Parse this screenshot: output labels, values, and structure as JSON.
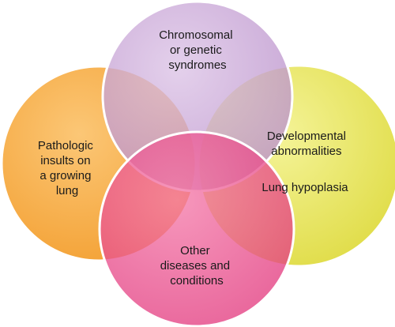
{
  "diagram": {
    "circles": [
      {
        "id": "chromosomal",
        "lines": [
          "Chromosomal",
          "or genetic",
          "syndromes"
        ],
        "color": "#c29ad0"
      },
      {
        "id": "developmental",
        "lines": [
          "Developmental",
          "abnormalities",
          "",
          "Lung hypoplasia"
        ],
        "color": "#e8e64a"
      },
      {
        "id": "pathologic",
        "lines": [
          "Pathologic",
          "insults on",
          "a growing",
          "lung"
        ],
        "color": "#f7a233"
      },
      {
        "id": "other",
        "lines": [
          "Other",
          "diseases and",
          "conditions"
        ],
        "color": "#ea4f8e"
      }
    ]
  }
}
